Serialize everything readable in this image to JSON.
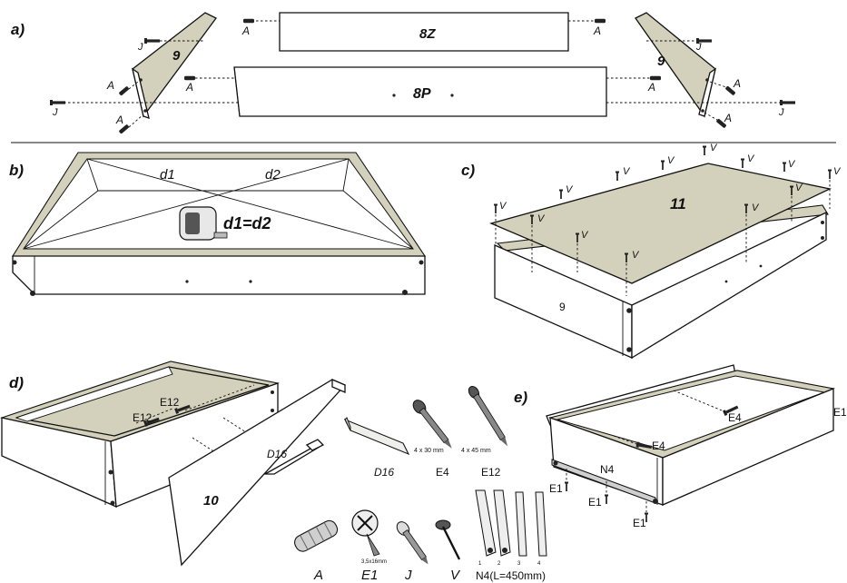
{
  "steps": {
    "a": "a)",
    "b": "b)",
    "c": "c)",
    "d": "d)",
    "e": "e)"
  },
  "step_a": {
    "part_side": "9",
    "part_back": "8Z",
    "part_bottom": "8P",
    "dowel": "A",
    "screw": "J"
  },
  "step_b": {
    "diag1": "d1",
    "diag2": "d2",
    "equation": "d1=d2"
  },
  "step_c": {
    "part_top": "11",
    "part_side": "9",
    "nail": "V"
  },
  "step_d": {
    "screw": "E12",
    "bracket": "D16",
    "front": "10"
  },
  "step_e": {
    "screw_rail": "E4",
    "screw_small": "E1",
    "runner": "N4"
  },
  "legend": {
    "d16": "D16",
    "e4": "E4",
    "e4_size": "4 x 30 mm",
    "e12": "E12",
    "e12_size": "4 x 45 mm",
    "a": "A",
    "e1": "E1",
    "e1_size": "3,5x16mm",
    "j": "J",
    "v": "V",
    "n4": "N4(L=450mm)",
    "rail_numbers": [
      "1",
      "2",
      "3",
      "4"
    ]
  }
}
